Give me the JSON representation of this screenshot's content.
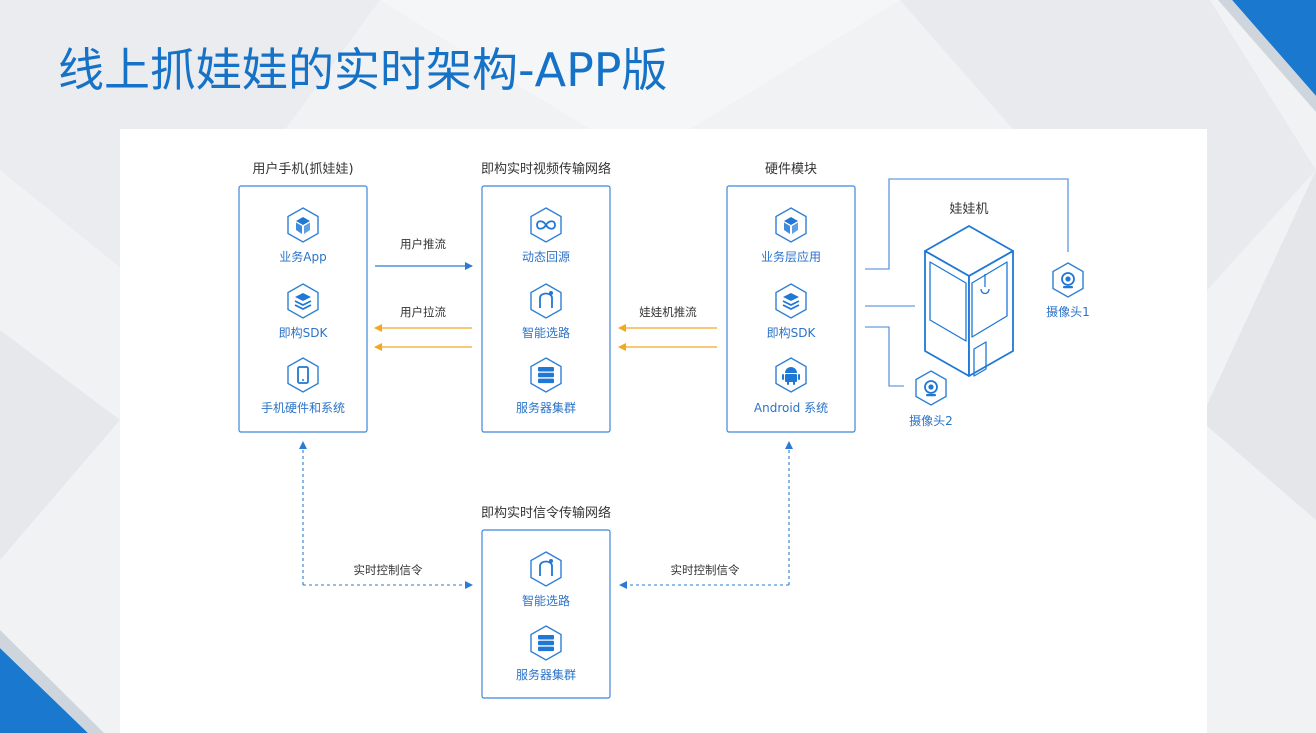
{
  "title": "线上抓娃娃的实时架构-APP版",
  "groups": {
    "user": {
      "label": "用户手机(抓娃娃)",
      "items": [
        {
          "label": "业务App",
          "icon": "cube-icon"
        },
        {
          "label": "即构SDK",
          "icon": "layers-icon"
        },
        {
          "label": "手机硬件和系统",
          "icon": "phone-icon"
        }
      ]
    },
    "video": {
      "label": "即构实时视频传输网络",
      "items": [
        {
          "label": "动态回源",
          "icon": "infinity-loop-icon"
        },
        {
          "label": "智能选路",
          "icon": "route-icon"
        },
        {
          "label": "服务器集群",
          "icon": "server-icon"
        }
      ]
    },
    "hardware": {
      "label": "硬件模块",
      "items": [
        {
          "label": "业务层应用",
          "icon": "cube-icon"
        },
        {
          "label": "即构SDK",
          "icon": "layers-icon"
        },
        {
          "label": "Android 系统",
          "icon": "android-icon"
        }
      ]
    },
    "signal": {
      "label": "即构实时信令传输网络",
      "items": [
        {
          "label": "智能选路",
          "icon": "route-icon"
        },
        {
          "label": "服务器集群",
          "icon": "server-icon"
        }
      ]
    }
  },
  "claw_machine": {
    "label": "娃娃机"
  },
  "cameras": [
    {
      "label": "摄像头1",
      "icon": "camera-icon"
    },
    {
      "label": "摄像头2",
      "icon": "camera-icon"
    }
  ],
  "edges": {
    "user_push": "用户推流",
    "user_pull": "用户拉流",
    "machine_push": "娃娃机推流",
    "signal_left": "实时控制信令",
    "signal_right": "实时控制信令"
  },
  "colors": {
    "title": "#1672c7",
    "box_border": "#3f86d8",
    "icon": "#1f78d6",
    "push_arrow": "#2b7bd6",
    "pull_arrow": "#f5a623",
    "signal_arrow": "#2b7bd6"
  }
}
